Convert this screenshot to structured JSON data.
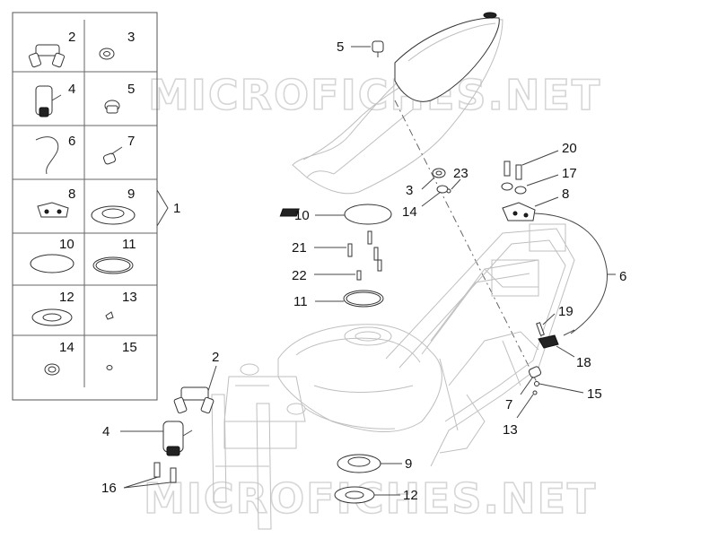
{
  "watermark": "MICROFICHES.NET",
  "legend": {
    "group_number": "1",
    "cells": [
      "2",
      "3",
      "4",
      "5",
      "6",
      "7",
      "8",
      "9",
      "10",
      "11",
      "12",
      "13",
      "14",
      "15"
    ]
  },
  "callouts": {
    "c5": "5",
    "c3": "3",
    "c14": "14",
    "c23": "23",
    "c20": "20",
    "c17": "17",
    "c8": "8",
    "c10": "10",
    "c21": "21",
    "c22": "22",
    "c11": "11",
    "c6": "6",
    "c19": "19",
    "c18": "18",
    "c7": "7",
    "c15": "15",
    "c13": "13",
    "c2": "2",
    "c4": "4",
    "c16": "16",
    "c9": "9",
    "c12": "12"
  }
}
